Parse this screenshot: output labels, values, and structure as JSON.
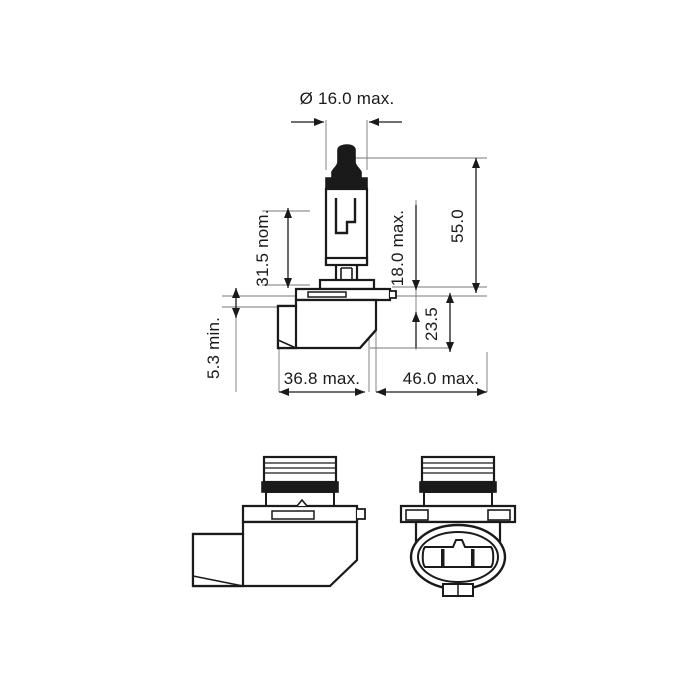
{
  "drawing": {
    "title": "Automotive halogen bulb HB3 outline drawing",
    "units": "mm",
    "line_color": "#1a1a1a",
    "thin_line_color": "#5a5a5a",
    "fill_color": "#ffffff",
    "background": "#ffffff"
  },
  "dimensions": {
    "diameter_top": "Ø 16.0 max.",
    "height_nominal": "31.5 nom.",
    "height_18": "18.0 max.",
    "height_55": "55.0",
    "height_235": "23.5",
    "height_min": "5.3 min.",
    "width_368": "36.8 max.",
    "width_460": "46.0 max."
  },
  "views": {
    "main": "side-section-view",
    "bottom_left": "base-side-view",
    "bottom_right": "base-front-view"
  }
}
